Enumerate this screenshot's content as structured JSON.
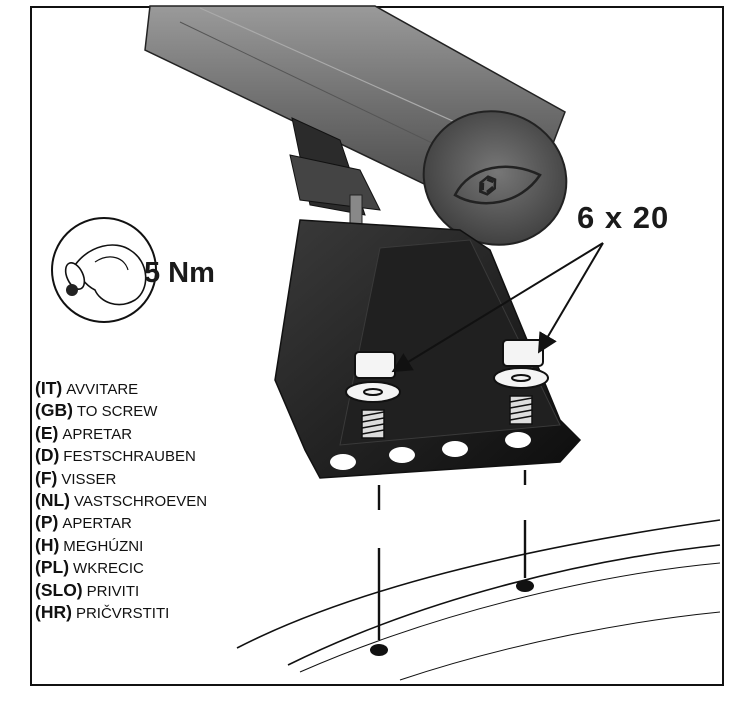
{
  "bolt_spec": "6 x 20",
  "torque": "5 Nm",
  "instructions": [
    {
      "code": "(IT)",
      "text": "AVVITARE"
    },
    {
      "code": "(GB)",
      "text": "TO SCREW"
    },
    {
      "code": "(E)",
      "text": "APRETAR"
    },
    {
      "code": "(D)",
      "text": "FESTSCHRAUBEN"
    },
    {
      "code": "(F)",
      "text": "VISSER"
    },
    {
      "code": "(NL)",
      "text": "VASTSCHROEVEN"
    },
    {
      "code": "(P)",
      "text": "APERTAR"
    },
    {
      "code": "(H)",
      "text": "MEGHÚZNI"
    },
    {
      "code": "(PL)",
      "text": "WKRECIC"
    },
    {
      "code": "(SLO)",
      "text": "PRIVITI"
    },
    {
      "code": "(HR)",
      "text": "PRIČVRSTITI"
    }
  ],
  "icons": [
    "roof-bar-icon",
    "bracket-foot-icon",
    "bolt-icon",
    "washer-icon",
    "hand-torque-icon",
    "arrow-icon",
    "car-roof-icon"
  ]
}
